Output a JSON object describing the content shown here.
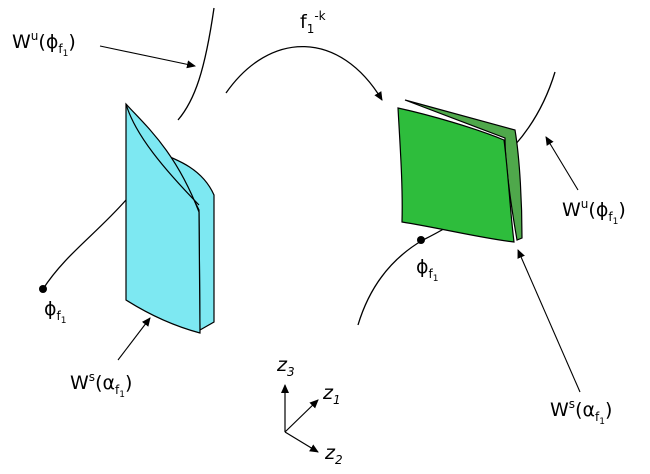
{
  "labels": {
    "wu_left": {
      "base": "W",
      "sup": "u",
      "open": "(",
      "sym": "ϕ",
      "sub": "f",
      "sub2": "1",
      "close": ")"
    },
    "map": {
      "base": "f",
      "sub": "1",
      "sup": "-k"
    },
    "phi_left": {
      "sym": "ϕ",
      "sub": "f",
      "sub2": "1"
    },
    "ws_left": {
      "base": "W",
      "sup": "s",
      "open": "(",
      "sym": "α",
      "sub": "f",
      "sub2": "1",
      "close": ")"
    },
    "phi_right": {
      "sym": "ϕ",
      "sub": "f",
      "sub2": "1"
    },
    "wu_right": {
      "base": "W",
      "sup": "u",
      "open": "(",
      "sym": "ϕ",
      "sub": "f",
      "sub2": "1",
      "close": ")"
    },
    "ws_right": {
      "base": "W",
      "sup": "s",
      "open": "(",
      "sym": "α",
      "sub": "f",
      "sub2": "1",
      "close": ")"
    },
    "axes": {
      "z3": {
        "base": "z",
        "sub": "3"
      },
      "z1": {
        "base": "z",
        "sub": "1"
      },
      "z2": {
        "base": "z",
        "sub": "2"
      }
    }
  },
  "colors": {
    "cyan_sheet": "#7de8f2",
    "green_sheet": "#2ebd3c",
    "green_back": "#4fa84b",
    "stroke": "#000000"
  }
}
